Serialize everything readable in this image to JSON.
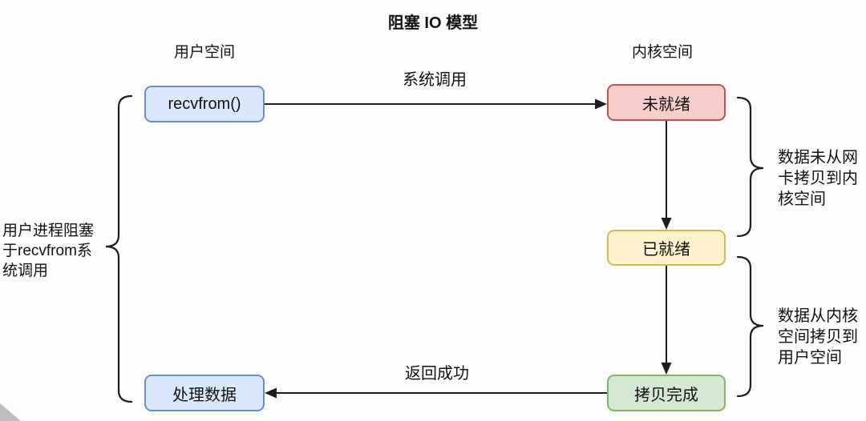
{
  "title": "阻塞 IO 模型",
  "columns": {
    "user_space": "用户空间",
    "kernel_space": "内核空间"
  },
  "nodes": {
    "recvfrom": "recvfrom()",
    "not_ready": "未就绪",
    "ready": "已就绪",
    "copy_done": "拷贝完成",
    "process_data": "处理数据"
  },
  "edge_labels": {
    "system_call": "系统调用",
    "return_success": "返回成功"
  },
  "annotations": {
    "left_text": "用户进程阻塞于recvfrom系统调用",
    "left_lines": [
      "用户进程阻塞",
      "于recvfrom系",
      "统调用"
    ],
    "right_top_text": "数据未从网卡拷贝到内核空间",
    "right_top_lines": [
      "数据未从网",
      "卡拷贝到内",
      "核空间"
    ],
    "right_bottom_text": "数据从内核空间拷贝到用户空间",
    "right_bottom_lines": [
      "数据从内核",
      "空间拷贝到",
      "用户空间"
    ]
  },
  "colors": {
    "blue_fill": "#dae8fc",
    "blue_stroke": "#6c8ebf",
    "red_fill": "#f8cecc",
    "red_stroke": "#b85450",
    "yellow_fill": "#fff2cc",
    "yellow_stroke": "#d6b656",
    "green_fill": "#d5e8d4",
    "green_stroke": "#82b366",
    "line": "#1d1d1d",
    "text": "#111111",
    "background": "#fdfdfd"
  }
}
